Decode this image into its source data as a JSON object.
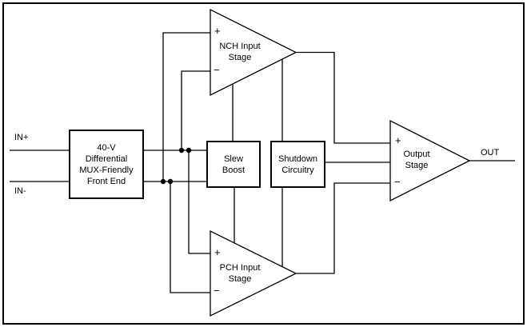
{
  "diagram": {
    "colors": {
      "line": "#000000",
      "background": "#ffffff",
      "text": "#000000"
    },
    "io": {
      "in_plus": "IN+",
      "in_minus": "IN-",
      "out": "OUT"
    },
    "blocks": {
      "front_end": {
        "lines": [
          "40-V",
          "Differential",
          "MUX-Friendly",
          "Front End"
        ]
      },
      "nch_input_stage": {
        "lines": [
          "NCH Input",
          "Stage"
        ],
        "plus": "+",
        "minus": "−"
      },
      "pch_input_stage": {
        "lines": [
          "PCH Input",
          "Stage"
        ],
        "plus": "+",
        "minus": "−"
      },
      "slew_boost": {
        "lines": [
          "Slew",
          "Boost"
        ]
      },
      "shutdown_circuitry": {
        "lines": [
          "Shutdown",
          "Circuitry"
        ]
      },
      "output_stage": {
        "lines": [
          "Output",
          "Stage"
        ],
        "plus": "+",
        "minus": "−"
      }
    }
  }
}
